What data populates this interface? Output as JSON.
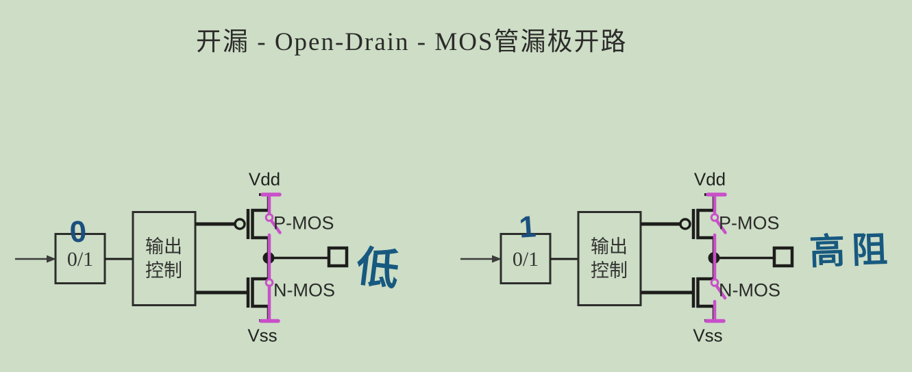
{
  "title": "开漏 - Open-Drain - MOS管漏极开路",
  "colors": {
    "background": "#cdddc6",
    "ink": "#1d1d1b",
    "magenta_marker": "#c94fc9",
    "handwritten_digit_blue": "#1b4f7e",
    "handwritten_annotation_blue": "#17597f"
  },
  "circuits": {
    "left": {
      "input_value": "0/1",
      "handwritten_input": "0",
      "control_label_line1": "输出",
      "control_label_line2": "控制",
      "vdd": "Vdd",
      "vss": "Vss",
      "pmos": "P-MOS",
      "nmos": "N-MOS",
      "pmos_switch": "open",
      "nmos_switch": "closed",
      "output_annotation": "低"
    },
    "right": {
      "input_value": "0/1",
      "handwritten_input": "1",
      "control_label_line1": "输出",
      "control_label_line2": "控制",
      "vdd": "Vdd",
      "vss": "Vss",
      "pmos": "P-MOS",
      "nmos": "N-MOS",
      "pmos_switch": "open",
      "nmos_switch": "open",
      "output_annotation": "高阻"
    }
  }
}
